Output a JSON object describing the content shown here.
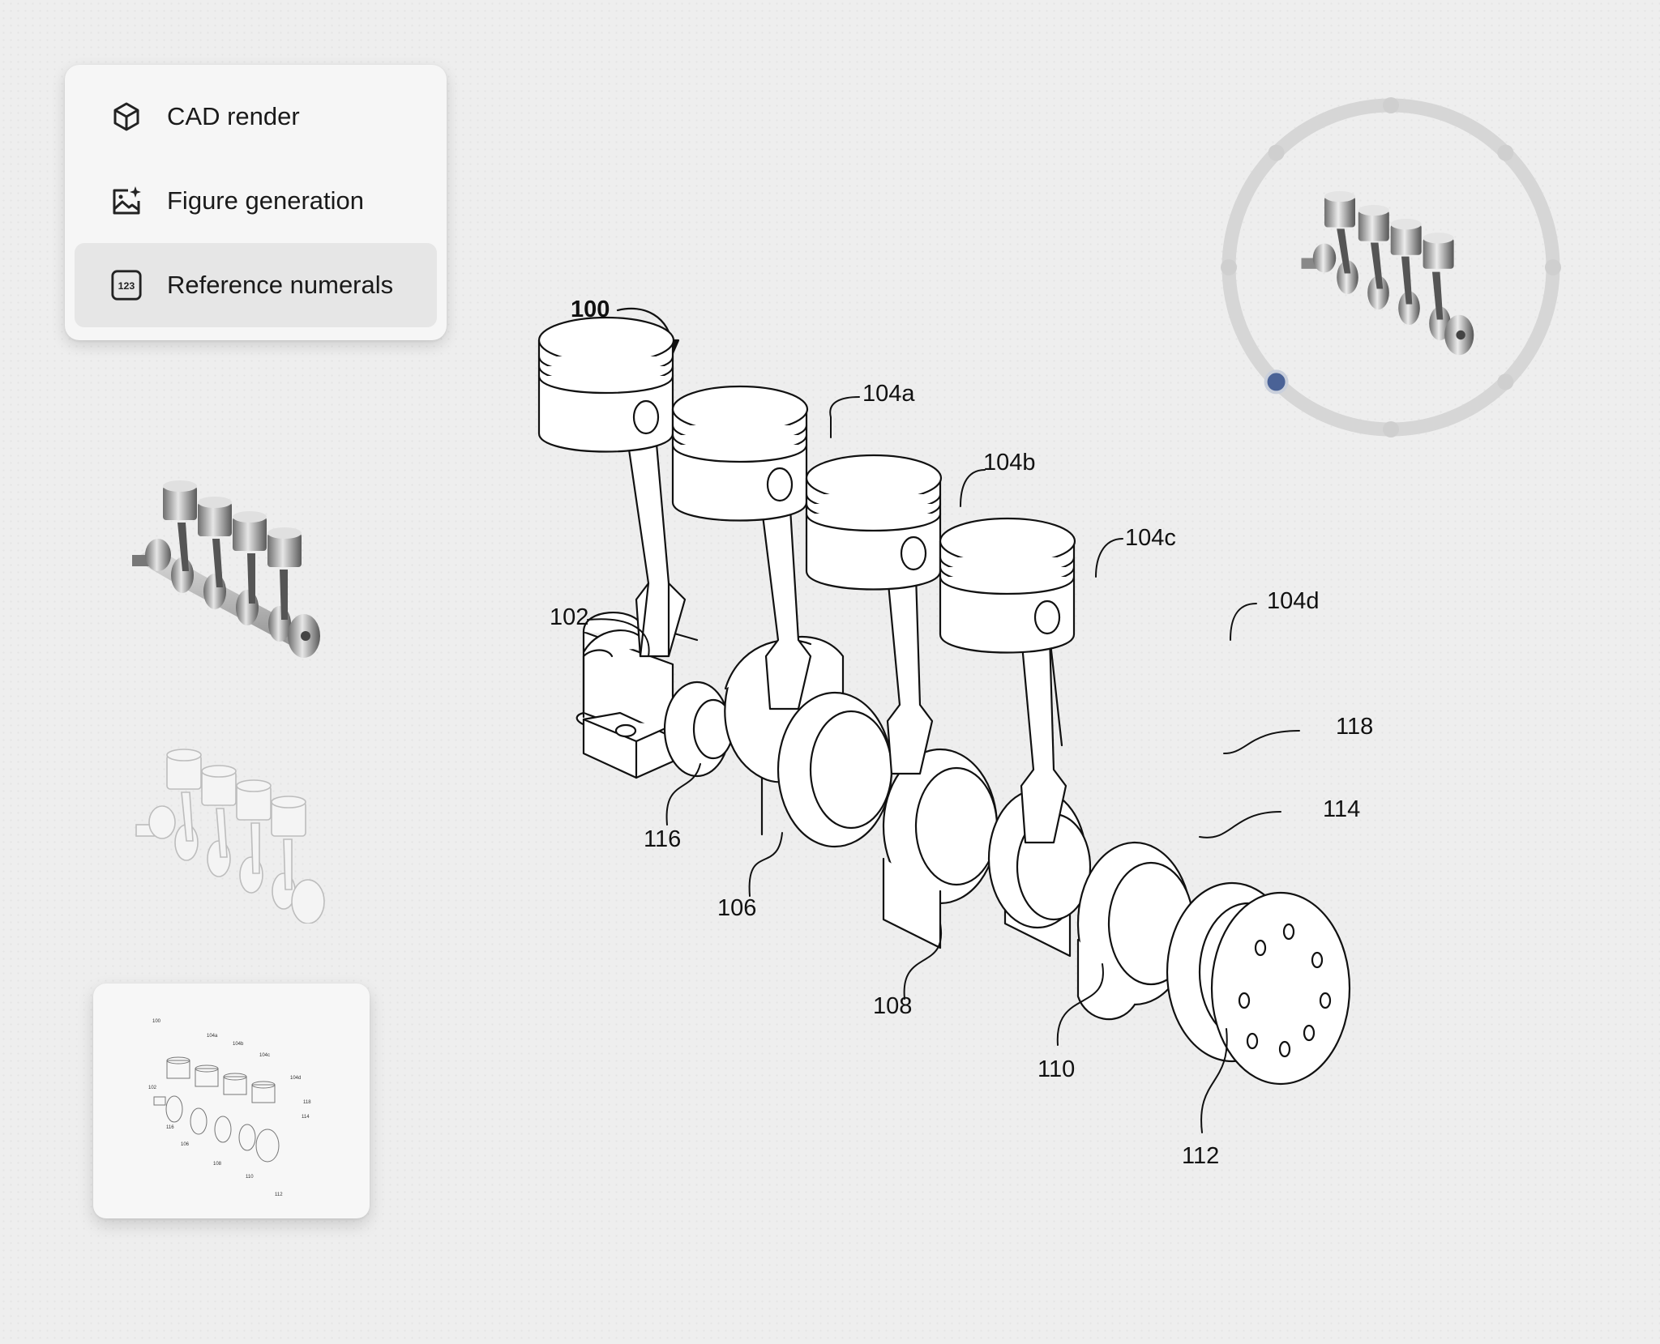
{
  "menu": {
    "items": [
      {
        "label": "CAD render",
        "icon": "cube-icon",
        "active": false
      },
      {
        "label": "Figure generation",
        "icon": "image-sparkle-icon",
        "active": false
      },
      {
        "label": "Reference numerals",
        "icon": "numbers-123-icon",
        "active": true
      }
    ],
    "numeral_icon_text": "123"
  },
  "figure": {
    "main_numeral": "100",
    "labels": {
      "piston_a": "104a",
      "piston_b": "104b",
      "piston_c": "104c",
      "piston_d": "104d",
      "housing": "102",
      "bearing": "116",
      "crank_web": "106",
      "crank_journal": "108",
      "counterweight": "110",
      "flywheel": "112",
      "connecting_rod": "114",
      "wrist_pin": "118"
    }
  },
  "mini_figure": {
    "labels": [
      "100",
      "104a",
      "104b",
      "104c",
      "104d",
      "102",
      "118",
      "114",
      "116",
      "106",
      "108",
      "110",
      "112"
    ]
  },
  "orbit": {
    "selected_index": 5,
    "node_count": 8,
    "selected_color": "#4a6296"
  }
}
